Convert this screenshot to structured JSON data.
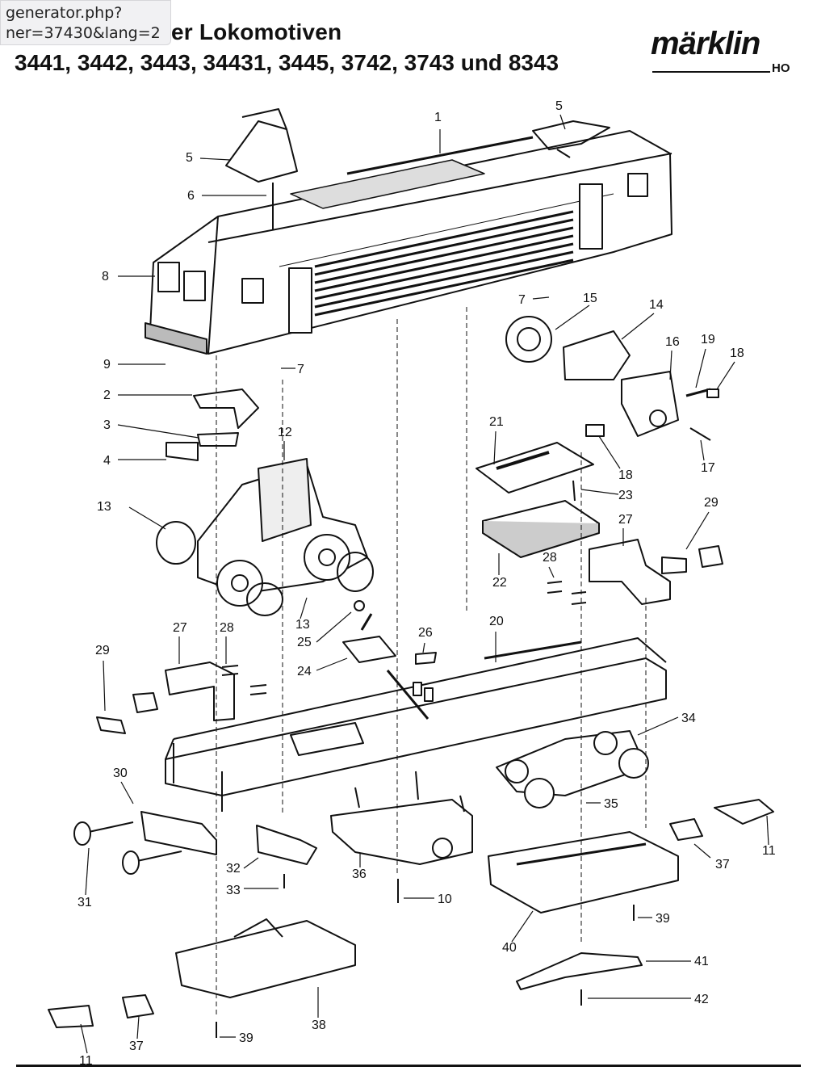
{
  "tooltip": {
    "line1": "generator.php?",
    "line2": "ner=37430&lang=2"
  },
  "header": {
    "title_line1": "er Lokomotiven",
    "title_line2": "3441, 3442, 3443, 34431, 3445, 3742, 3743 und 8343",
    "logo": "märklin",
    "gauge": "HO"
  },
  "parts": [
    "1",
    "5",
    "5",
    "6",
    "8",
    "7",
    "7",
    "9",
    "15",
    "14",
    "16",
    "19",
    "18",
    "18",
    "17",
    "2",
    "3",
    "4",
    "12",
    "13",
    "13",
    "21",
    "23",
    "22",
    "27",
    "29",
    "28",
    "25",
    "24",
    "26",
    "20",
    "27",
    "28",
    "29",
    "30",
    "31",
    "32",
    "33",
    "36",
    "10",
    "34",
    "35",
    "37",
    "11",
    "40",
    "39",
    "41",
    "42",
    "38",
    "39",
    "37",
    "11"
  ]
}
